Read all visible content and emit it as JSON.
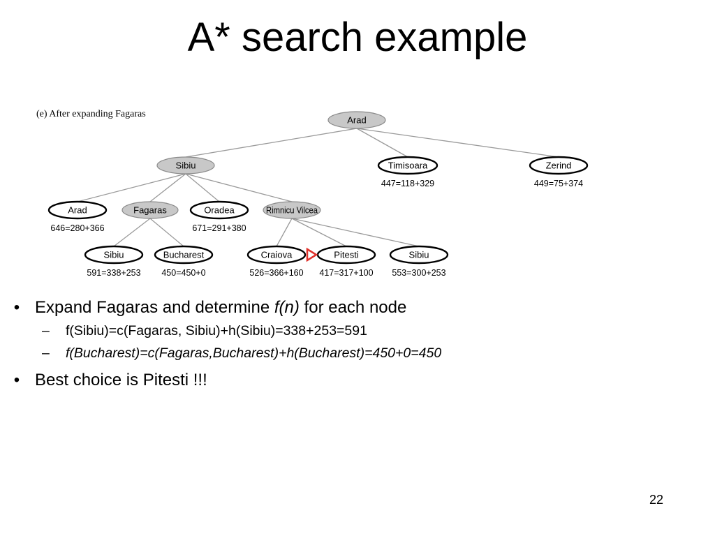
{
  "slide": {
    "title": "A* search example",
    "page_number": "22"
  },
  "diagram": {
    "caption": "(e) After expanding Fagaras",
    "colors": {
      "expanded_fill": "#c8c8c8",
      "frontier_fill": "#ffffff",
      "edge": "#9a9a9a",
      "marker": "#e0312a"
    },
    "nodes": [
      {
        "id": "arad-root",
        "label": "Arad",
        "expanded": true,
        "score": ""
      },
      {
        "id": "sibiu",
        "label": "Sibiu",
        "expanded": true,
        "score": ""
      },
      {
        "id": "timisoara",
        "label": "Timisoara",
        "expanded": false,
        "score": "447=118+329"
      },
      {
        "id": "zerind",
        "label": "Zerind",
        "expanded": false,
        "score": "449=75+374"
      },
      {
        "id": "arad-2",
        "label": "Arad",
        "expanded": false,
        "score": "646=280+366"
      },
      {
        "id": "fagaras",
        "label": "Fagaras",
        "expanded": true,
        "score": ""
      },
      {
        "id": "oradea",
        "label": "Oradea",
        "expanded": false,
        "score": "671=291+380"
      },
      {
        "id": "rimnicu",
        "label": "Rimnicu Vilcea",
        "expanded": true,
        "score": ""
      },
      {
        "id": "sibiu-2",
        "label": "Sibiu",
        "expanded": false,
        "score": "591=338+253"
      },
      {
        "id": "bucharest",
        "label": "Bucharest",
        "expanded": false,
        "score": "450=450+0"
      },
      {
        "id": "craiova",
        "label": "Craiova",
        "expanded": false,
        "score": "526=366+160"
      },
      {
        "id": "pitesti",
        "label": "Pitesti",
        "expanded": false,
        "score": "417=317+100"
      },
      {
        "id": "sibiu-3",
        "label": "Sibiu",
        "expanded": false,
        "score": "553=300+253"
      }
    ],
    "edges": [
      [
        "arad-root",
        "sibiu"
      ],
      [
        "arad-root",
        "timisoara"
      ],
      [
        "arad-root",
        "zerind"
      ],
      [
        "sibiu",
        "arad-2"
      ],
      [
        "sibiu",
        "fagaras"
      ],
      [
        "sibiu",
        "oradea"
      ],
      [
        "sibiu",
        "rimnicu"
      ],
      [
        "fagaras",
        "sibiu-2"
      ],
      [
        "fagaras",
        "bucharest"
      ],
      [
        "rimnicu",
        "craiova"
      ],
      [
        "rimnicu",
        "pitesti"
      ],
      [
        "rimnicu",
        "sibiu-3"
      ]
    ],
    "marker_node": "pitesti"
  },
  "bullets": {
    "b1_text": "Expand Fagaras and determine ",
    "b1_fn": "f(n)",
    "b1_tail": " for each node",
    "sub1": "f(Sibiu)=c(Fagaras, Sibiu)+h(Sibiu)=338+253=591",
    "sub2": "f(Bucharest)=c(Fagaras,Bucharest)+h(Bucharest)=450+0=450",
    "b2_text": "Best choice is Pitesti !!!"
  }
}
